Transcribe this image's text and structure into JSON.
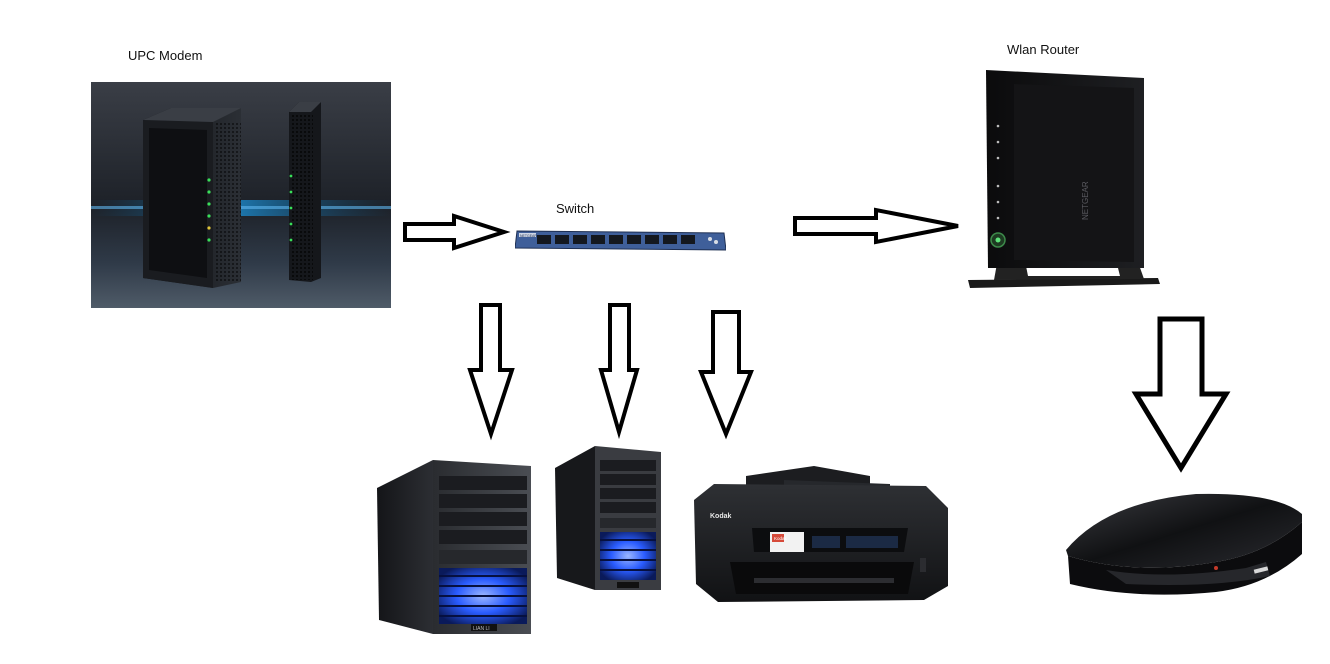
{
  "labels": {
    "modem": "UPC Modem",
    "switch": "Switch",
    "router": "Wlan Router"
  },
  "device_text": {
    "switch_brand": "NETGEAR",
    "router_brand": "NETGEAR",
    "pc1_brand": "LIAN LI",
    "printer_brand": "Kodak",
    "printer_screen": "Kodak"
  },
  "colors": {
    "arrow_stroke": "#000000",
    "arrow_fill": "#ffffff",
    "switch_body": "#3f5f9a",
    "led_green": "#39e05a",
    "pc_fan_blue": "#2a5cff"
  },
  "connections": [
    {
      "from": "modem",
      "to": "switch"
    },
    {
      "from": "switch",
      "to": "router"
    },
    {
      "from": "switch",
      "to": "pc-1"
    },
    {
      "from": "switch",
      "to": "pc-2"
    },
    {
      "from": "switch",
      "to": "printer"
    },
    {
      "from": "router",
      "to": "console"
    }
  ]
}
